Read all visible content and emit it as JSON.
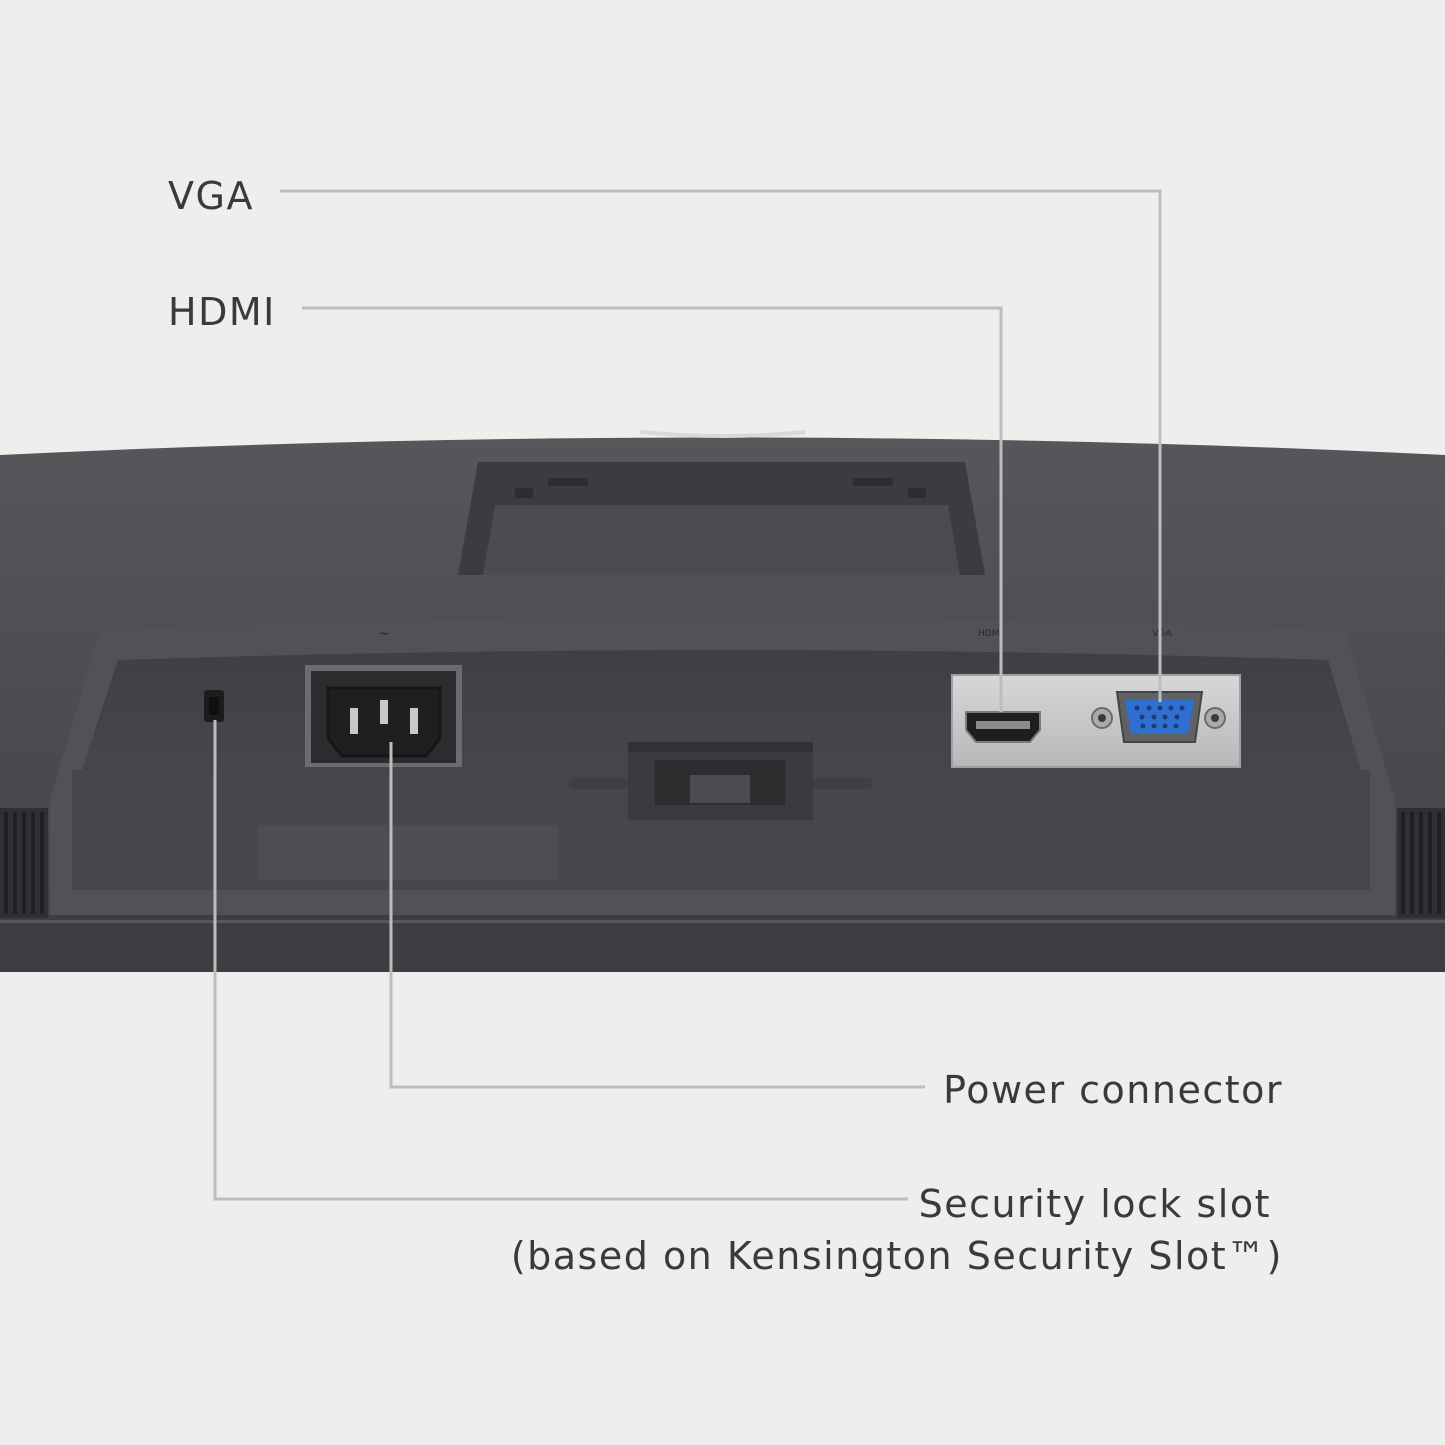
{
  "callouts": {
    "vga": "VGA",
    "hdmi": "HDMI",
    "power": "Power connector",
    "security_line1": "Security lock slot",
    "security_line2": "(based on Kensington Security Slot™)"
  },
  "colors": {
    "background": "#eeeeed",
    "monitor_body": "#4a4c4f",
    "monitor_shadow": "#2e3033",
    "port_plate": "#c9cacb",
    "vga_blue": "#2f6fd0",
    "leader_line": "#bdbdbd"
  },
  "icons": {
    "power": "iec-c14-power-socket-icon",
    "hdmi": "hdmi-port-icon",
    "vga": "vga-port-icon",
    "lock": "security-slot-icon"
  }
}
